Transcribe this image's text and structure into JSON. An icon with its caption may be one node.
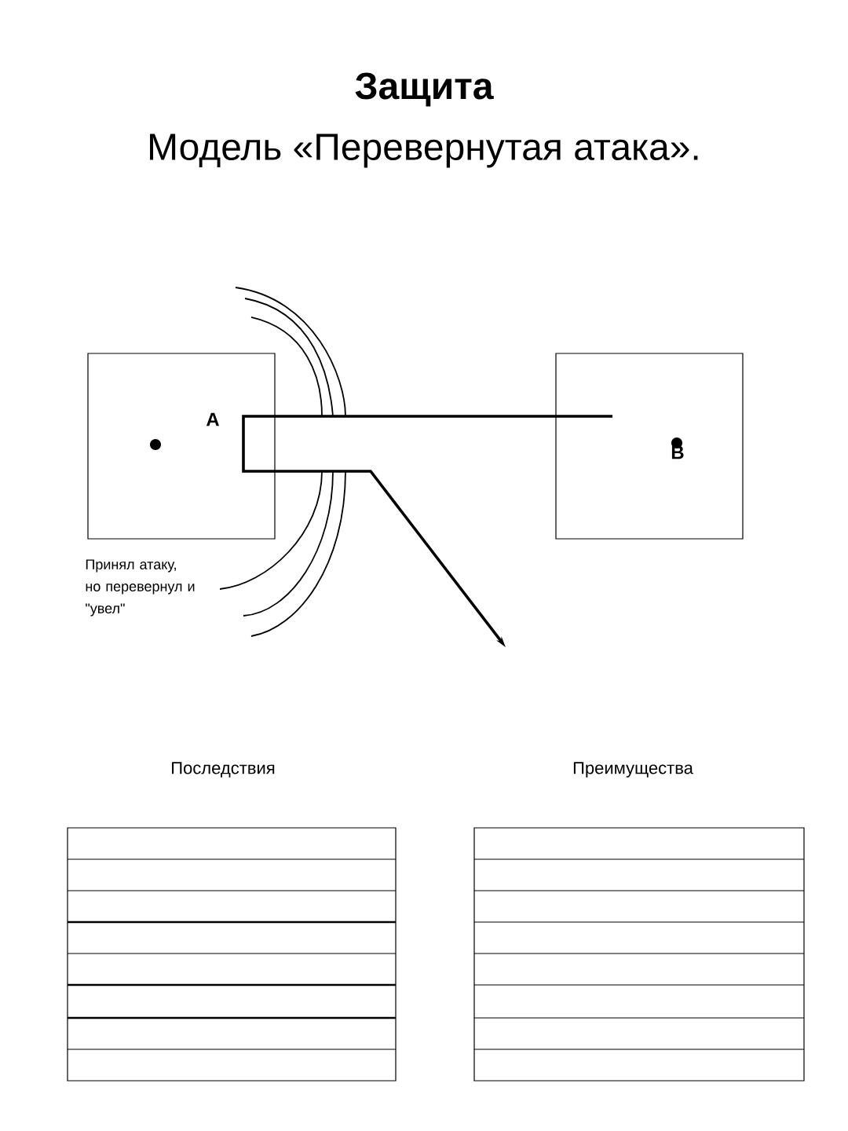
{
  "diagram": {
    "title": "Защита",
    "nodes": [
      {
        "text": [
          "A"
        ]
      },
      {
        "text": [
          "B"
        ]
      }
    ],
    "labels": [
      "Модель «Перевернутая атака».",
      "Принял атаку, но перевернул и \"увел\"",
      "Последствия",
      "Преимущества"
    ]
  }
}
